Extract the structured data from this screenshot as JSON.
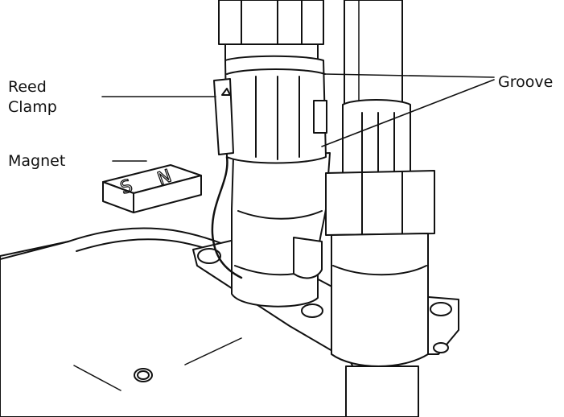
{
  "labels": {
    "reed_line1": "Reed",
    "reed_line2": "Clamp",
    "magnet": "Magnet",
    "groove": "Groove"
  },
  "magnet_letters": {
    "left": "S",
    "right": "N"
  },
  "colors": {
    "ink": "#111111",
    "background": "#ffffff"
  }
}
